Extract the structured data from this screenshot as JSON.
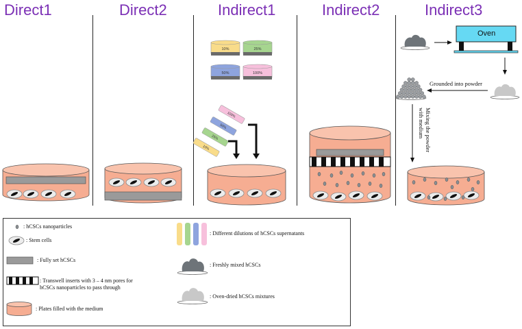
{
  "headers": [
    "Direct1",
    "Direct2",
    "Indirect1",
    "Indirect2",
    "Indirect3"
  ],
  "colors": {
    "header": "#7b2fb5",
    "medium": "#f6ad92",
    "disc": "#9a9a9a",
    "powder_dark": "#6e7479",
    "powder_light": "#c8c8c8",
    "oven": "#66d9f3",
    "nanoparticle": "#8a8f93"
  },
  "vials": [
    {
      "label": "10%",
      "color": "#f9dc8a"
    },
    {
      "label": "25%",
      "color": "#a6d58f"
    },
    {
      "label": "50%",
      "color": "#8ea4de"
    },
    {
      "label": "100%",
      "color": "#f7c0dc"
    }
  ],
  "tubes": [
    {
      "label": "100%",
      "color": "#f7c0dc"
    },
    {
      "label": "50%",
      "color": "#8ea4de"
    },
    {
      "label": "25%",
      "color": "#a6d58f"
    },
    {
      "label": "10%",
      "color": "#f9dc8a"
    }
  ],
  "indirect3": {
    "oven_label": "Oven",
    "grounded_label": "Grounded into powder",
    "mixing_line1": "Mixing the powder",
    "mixing_line2": "with medium"
  },
  "legend": {
    "nanoparticles": ": hCSCs nanoparticles",
    "stem_cells": ": Stem cells",
    "fully_set": ": Fully set hCSCs",
    "transwell_line1": ": Transwell inserts with 3 – 4 nm  pores for",
    "transwell_line2": "hCSCs nanoparticles to pass through",
    "plates": ": Plates filled with the medium",
    "dilutions": ": Different dilutions of hCSCs supernatants",
    "fresh": ": Freshly mixed hCSCs",
    "oven_dried": ": Oven-dried hCSCs mixtures"
  }
}
